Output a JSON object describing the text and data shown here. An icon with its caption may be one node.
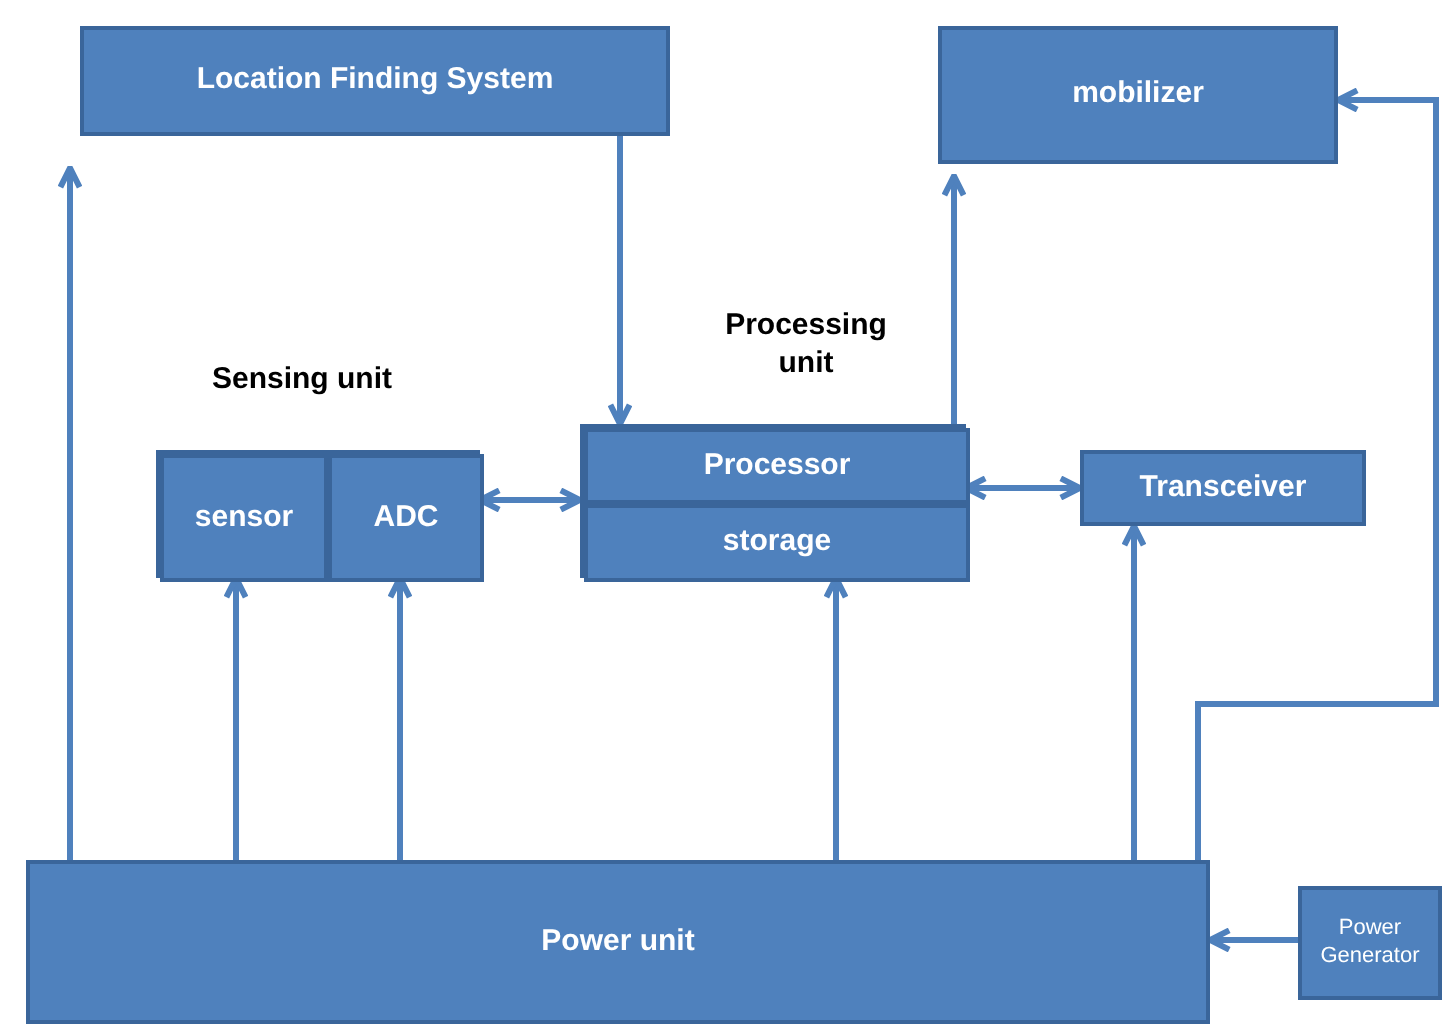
{
  "diagram": {
    "nodes": [
      {
        "text": [
          "Location Finding System"
        ]
      },
      {
        "text": [
          "mobilizer"
        ]
      },
      {
        "text": [
          "Sensing unit"
        ]
      },
      {
        "text": [
          "sensor"
        ],
        "in": 2
      },
      {
        "text": [
          "ADC"
        ],
        "in": 2
      },
      {
        "text": [
          "Processing unit"
        ]
      },
      {
        "text": [
          "Processor"
        ],
        "in": 5
      },
      {
        "text": [
          "storage"
        ],
        "in": 5
      },
      {
        "text": [
          "Transceiver"
        ]
      },
      {
        "text": [
          "Power unit"
        ]
      },
      {
        "text": [
          "Power Generator"
        ]
      }
    ],
    "edges": [
      {
        "from": 9,
        "to": 0,
        "arrow": "to"
      },
      {
        "from": 0,
        "to": 6,
        "arrow": "to"
      },
      {
        "from": 6,
        "to": 1,
        "arrow": "to"
      },
      {
        "from": 4,
        "to": 6,
        "arrow": "both"
      },
      {
        "from": 6,
        "to": 8,
        "arrow": "both"
      },
      {
        "from": 9,
        "to": 3,
        "arrow": "to"
      },
      {
        "from": 9,
        "to": 4,
        "arrow": "to"
      },
      {
        "from": 9,
        "to": 7,
        "arrow": "to"
      },
      {
        "from": 9,
        "to": 8,
        "arrow": "to"
      },
      {
        "from": 9,
        "to": 1,
        "arrow": "to"
      },
      {
        "from": 10,
        "to": 9,
        "arrow": "to"
      }
    ]
  }
}
